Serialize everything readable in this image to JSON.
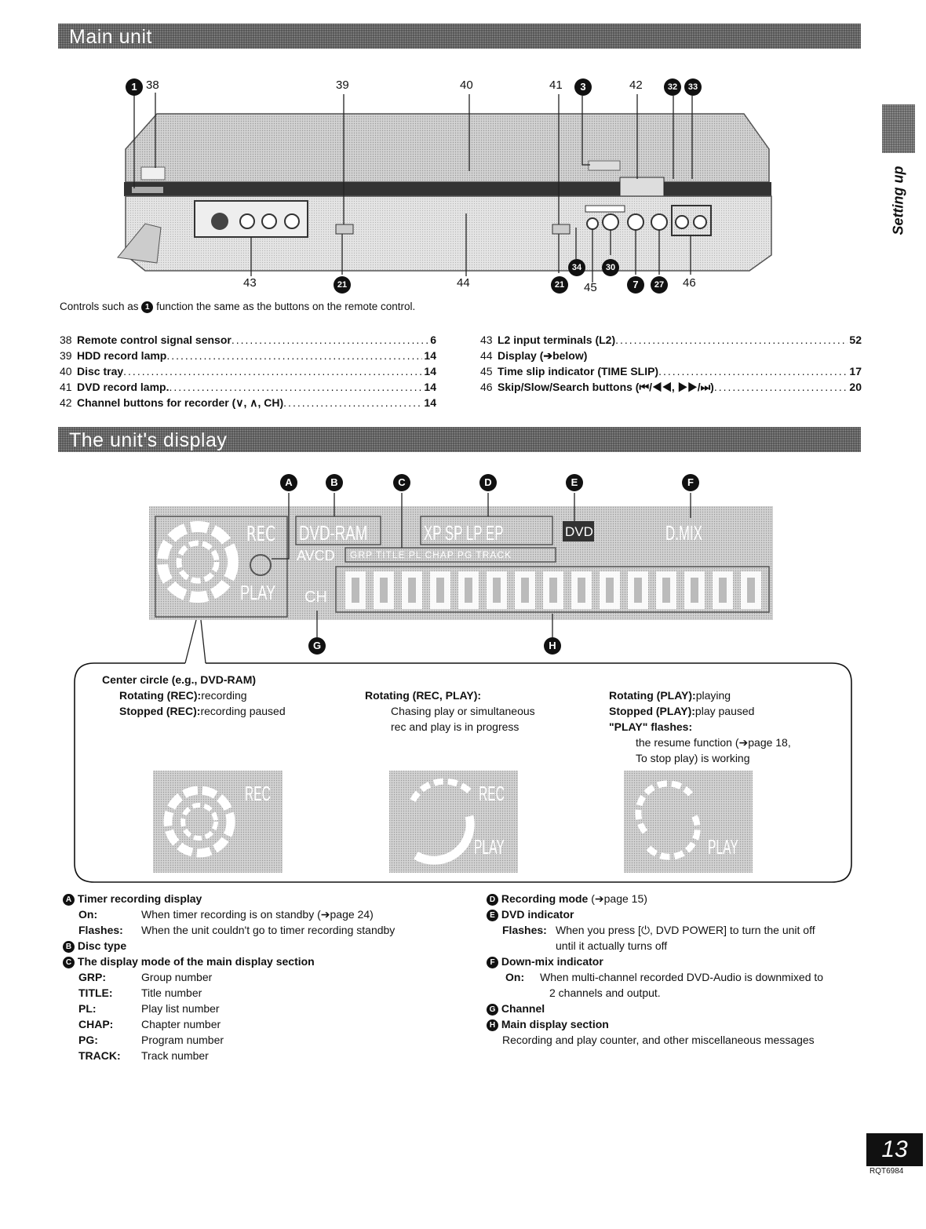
{
  "banners": {
    "main": "Main unit",
    "display": "The unit's display"
  },
  "side_label": "Setting up",
  "unit_callouts": {
    "top": [
      "1",
      "38",
      "39",
      "40",
      "41",
      "3",
      "42",
      "32",
      "33"
    ],
    "bottom": [
      "43",
      "21",
      "44",
      "21",
      "34",
      "45",
      "30",
      "7",
      "27",
      "46"
    ]
  },
  "caption": {
    "before": "Controls such as",
    "bullet": "1",
    "after": "function the same as the buttons on the remote control."
  },
  "index_left": [
    {
      "num": "38",
      "label": "Remote control signal sensor",
      "page": "6"
    },
    {
      "num": "39",
      "label": "HDD record lamp",
      "page": "14"
    },
    {
      "num": "40",
      "label": "Disc tray",
      "page": "14"
    },
    {
      "num": "41",
      "label": "DVD record lamp.",
      "page": "14"
    },
    {
      "num": "42",
      "label": "Channel buttons for recorder (∨, ∧, CH)",
      "page": "14"
    }
  ],
  "index_right": [
    {
      "num": "43",
      "label": "L2 input terminals (L2)",
      "page": "52"
    },
    {
      "num": "44",
      "label": "Display (➔below)",
      "page": ""
    },
    {
      "num": "45",
      "label": "Time slip indicator (TIME SLIP)",
      "page": "17"
    },
    {
      "num": "46",
      "label": "Skip/Slow/Search buttons (⏮/◀◀, ▶▶/⏭)",
      "page": "20"
    }
  ],
  "display_callouts": [
    "A",
    "B",
    "C",
    "D",
    "E",
    "F",
    "G",
    "H"
  ],
  "display_panel": {
    "rec": "REC",
    "dvdram": "DVD-RAM",
    "modes": "XP SP LP EP",
    "dvd": "DVD",
    "dmix": "D.MIX",
    "avcd": "AVCD",
    "sub": "GRP TITLE PL CHAP PG TRACK",
    "play": "PLAY",
    "ch": "CH"
  },
  "center_circle": {
    "title": "Center circle (e.g., DVD-RAM)",
    "col1": [
      {
        "label": "Rotating (REC):",
        "text": "recording"
      },
      {
        "label": "Stopped (REC):",
        "text": "recording paused"
      }
    ],
    "col2_label": "Rotating (REC, PLAY):",
    "col2_text1": "Chasing play or simultaneous",
    "col2_text2": "rec and play is in progress",
    "col3": [
      {
        "label": "Rotating (PLAY):",
        "text": "playing"
      },
      {
        "label": "Stopped (PLAY):",
        "text": "play paused"
      }
    ],
    "col3_flash_label": "\"PLAY\" flashes:",
    "col3_flash_text1": "the resume function (➔page 18,",
    "col3_flash_text2": "To stop play) is working",
    "thumb_labels": {
      "rec": "REC",
      "play": "PLAY"
    }
  },
  "legend_left": {
    "a_title": "Timer recording display",
    "a_on_k": "On:",
    "a_on_v": "When timer recording is on standby (➔page 24)",
    "a_fl_k": "Flashes:",
    "a_fl_v": "When the unit couldn't go to timer recording standby",
    "b_title": "Disc type",
    "c_title": "The display mode of the main display section",
    "c_rows": [
      {
        "k": "GRP:",
        "v": "Group number"
      },
      {
        "k": "TITLE:",
        "v": "Title number"
      },
      {
        "k": "PL:",
        "v": "Play list number"
      },
      {
        "k": "CHAP:",
        "v": "Chapter number"
      },
      {
        "k": "PG:",
        "v": "Program number"
      },
      {
        "k": "TRACK:",
        "v": "Track number"
      }
    ]
  },
  "legend_right": {
    "d_title": "Recording mode",
    "d_ref": "(➔page 15)",
    "e_title": "DVD indicator",
    "e_fl_k": "Flashes:",
    "e_fl_v1": "When you press [⏻, DVD POWER] to turn the unit off",
    "e_fl_v2": "until it actually turns off",
    "f_title": "Down-mix indicator",
    "f_on_k": "On:",
    "f_on_v1": "When multi-channel recorded DVD-Audio is downmixed to",
    "f_on_v2": "2 channels and output.",
    "g_title": "Channel",
    "h_title": "Main display section",
    "h_text": "Recording and play counter, and other miscellaneous messages"
  },
  "page_number": "13",
  "doc_id": "RQT6984"
}
